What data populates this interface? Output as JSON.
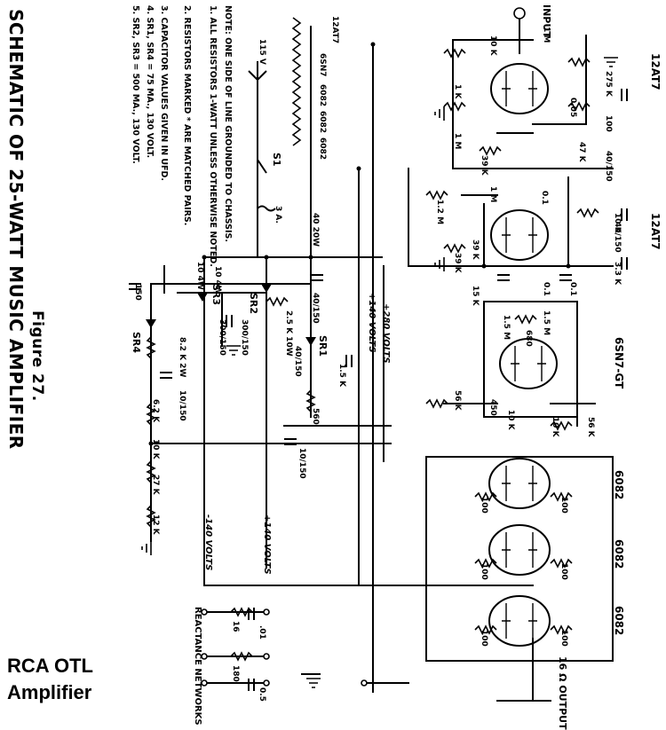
{
  "caption": {
    "figure_label": "Figure 27.",
    "title_line1": "SCHEMATIC OF 25-WATT MUSIC AMPLIFIER"
  },
  "notes": [
    "NOTE: ONE SIDE OF LINE GROUNDED TO CHASSIS.",
    "1. ALL RESISTORS 1-WATT UNLESS OTHERWISE NOTED.",
    "2. RESISTORS MARKED * ARE MATCHED PAIRS.",
    "3. CAPACITOR VALUES GIVEN IN UFD.",
    "4. SR1, SR4 = 75 MA., 130 VOLT.",
    "5. SR2, SR3 = 500 MA., 130 VOLT."
  ],
  "tubes": {
    "v1": "12AT7",
    "v2": "12AT7",
    "v3": "6SN7-GT",
    "out1": "6082",
    "out2": "6082",
    "out3": "6082"
  },
  "heaters": [
    "12AT7",
    "6SN7",
    "6082",
    "6082",
    "6082"
  ],
  "labels": {
    "input": "INPUT",
    "output": "16 Ω OUTPUT",
    "line": "115 V",
    "switch": "S1",
    "fuse": "3 A.",
    "reactance": "REACTANCE NETWORKS",
    "plus140a": "+140 VOLTS",
    "plus280": "+280 VOLTS",
    "plus140b": "+140 VOLTS",
    "minus140": "-140 VOLTS",
    "sr1": "SR1",
    "sr2": "SR2",
    "sr3": "SR3",
    "sr4": "SR4"
  },
  "components": [
    "1 M",
    "10 K",
    "275 K",
    "1 K",
    "0.05",
    "100",
    "1 M",
    "40/150",
    "39 K",
    "47 K",
    "1.2 M",
    "1 M",
    "0.1",
    "10 K",
    "39 K",
    "39 K",
    "40/150",
    "15 K",
    "3.3 K",
    "0.1",
    "0.1",
    "1.5 M",
    "680",
    "1.5 M",
    "450",
    "56 K",
    "10 K",
    "56 K",
    "10 K",
    "40 20W",
    "40/150",
    "10 4W",
    "10 4W",
    "2.5 K 10W",
    "300/150",
    "300/150",
    "8.2 K 2W",
    "1.5 K",
    "40/150",
    "560",
    "6.2 K",
    "10 K",
    "27 K",
    "12 K",
    "10/150",
    "10/150",
    "150",
    "100",
    "100",
    "100",
    "100",
    "100",
    "100",
    "16",
    ".01",
    "180",
    "0.5"
  ],
  "corner": {
    "line1": "RCA OTL",
    "line2": "Amplifier"
  }
}
